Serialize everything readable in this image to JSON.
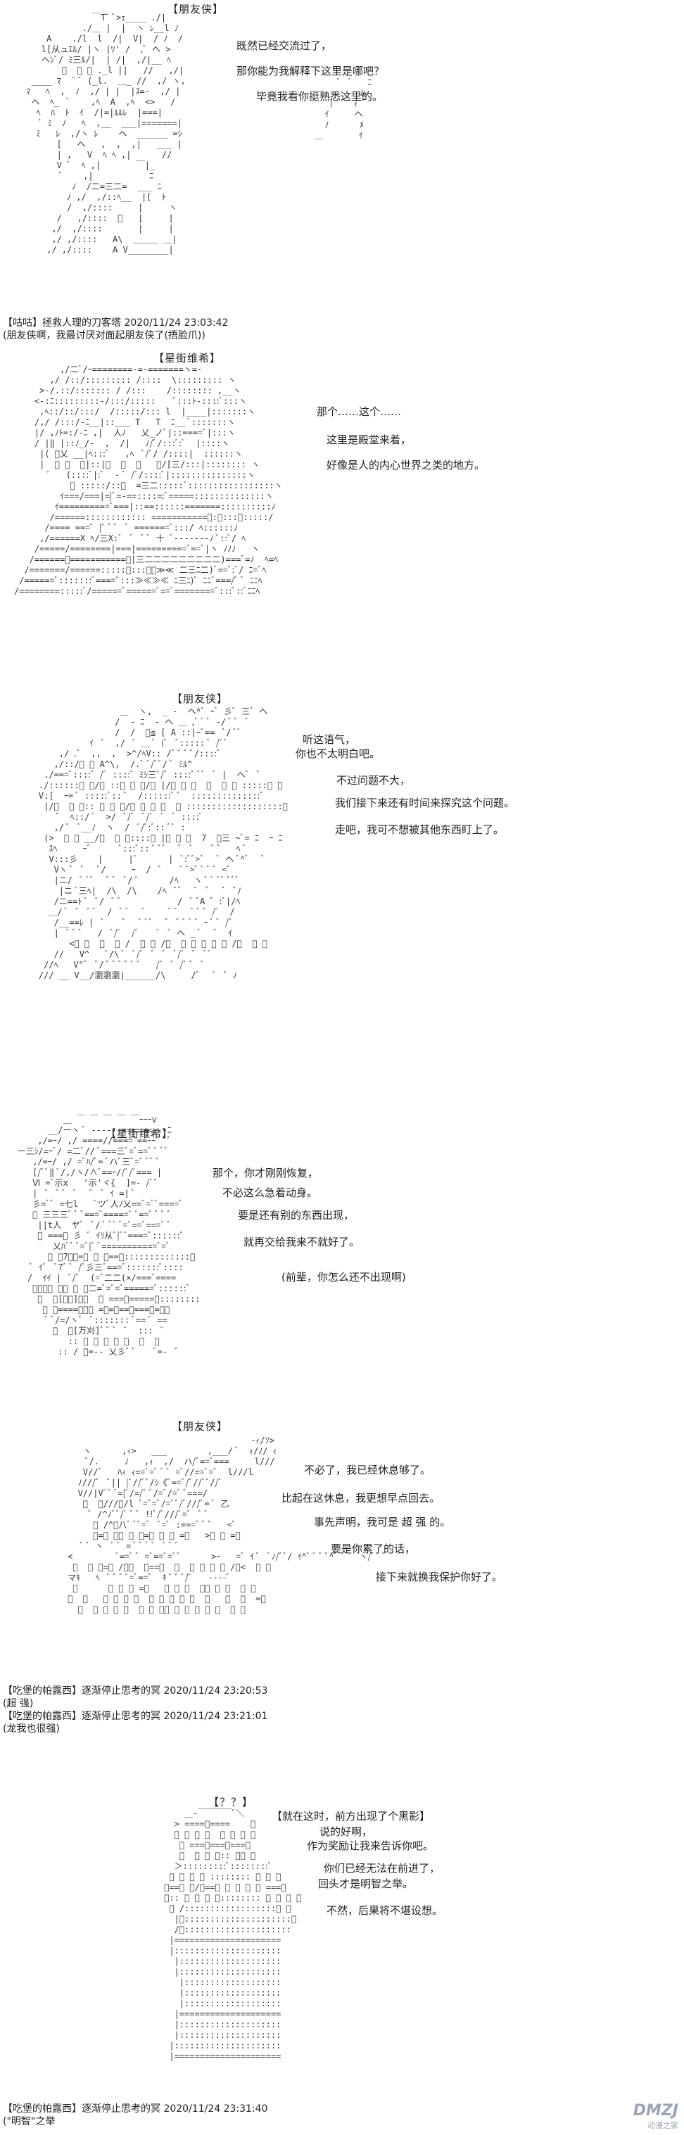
{
  "panels": [
    {
      "speaker": "【朋友侠】",
      "lines": [
        "既然已经交流过了，",
        "那你能为我解释下这里是哪吧？",
        "毕竟我看你挺熟悉这里的。"
      ],
      "comments": [
        "【咕咕】拯救人理的刀客塔 2020/11/24 23:03:42",
        "(朋友侠啊，我最讨厌对面起朋友侠了(捂脸爪))"
      ]
    },
    {
      "speaker": "【星街维希】",
      "lines": [
        "那个……这个……",
        "这里是殿堂来着，",
        "好像是人的内心世界之类的地方。"
      ]
    },
    {
      "speaker": "【朋友侠】",
      "lines": [
        "听这语气，",
        "你也不太明白吧。",
        "不过问题不大，",
        "我们接下来还有时间来探究这个问题。",
        "走吧，我可不想被其他东西盯上了。"
      ]
    },
    {
      "speaker": "【星街维希】",
      "lines": [
        "那个，你才刚刚恢复，",
        "不必这么急着动身。",
        "要是还有别的东西出现，",
        "就再交给我来不就好了。",
        "(前辈，你怎么还不出现啊)"
      ]
    },
    {
      "speaker": "【朋友侠】",
      "lines": [
        "不必了，我已经休息够了。",
        "比起在这休息，我更想早点回去。",
        "事先声明，我可是 超 强 的。",
        "要是你累了的话，",
        "接下来就换我保护你好了。"
      ],
      "comments": [
        "【吃堡的帕露西】逐渐停止思考的冥 2020/11/24 23:20:53",
        "(超 强)",
        "【吃堡的帕露西】逐渐停止思考的冥 2020/11/24 23:21:01",
        "(龙我也很强)"
      ]
    },
    {
      "speaker": "【？？】",
      "lines": [
        "【就在这时，前方出现了个黑影】",
        "说的好啊，",
        "作为奖励让我来告诉你吧。",
        "你们已经无法在前进了，",
        "回头才是明智之举。",
        "不然，后果将不堪设想。"
      ],
      "comments": [
        "【吃堡的帕露西】逐渐停止思考的冥 2020/11/24 23:31:40",
        "(\"明智\"之举"
      ]
    }
  ],
  "watermark": {
    "logo": "DMZJ",
    "sub": "动漫之家"
  }
}
